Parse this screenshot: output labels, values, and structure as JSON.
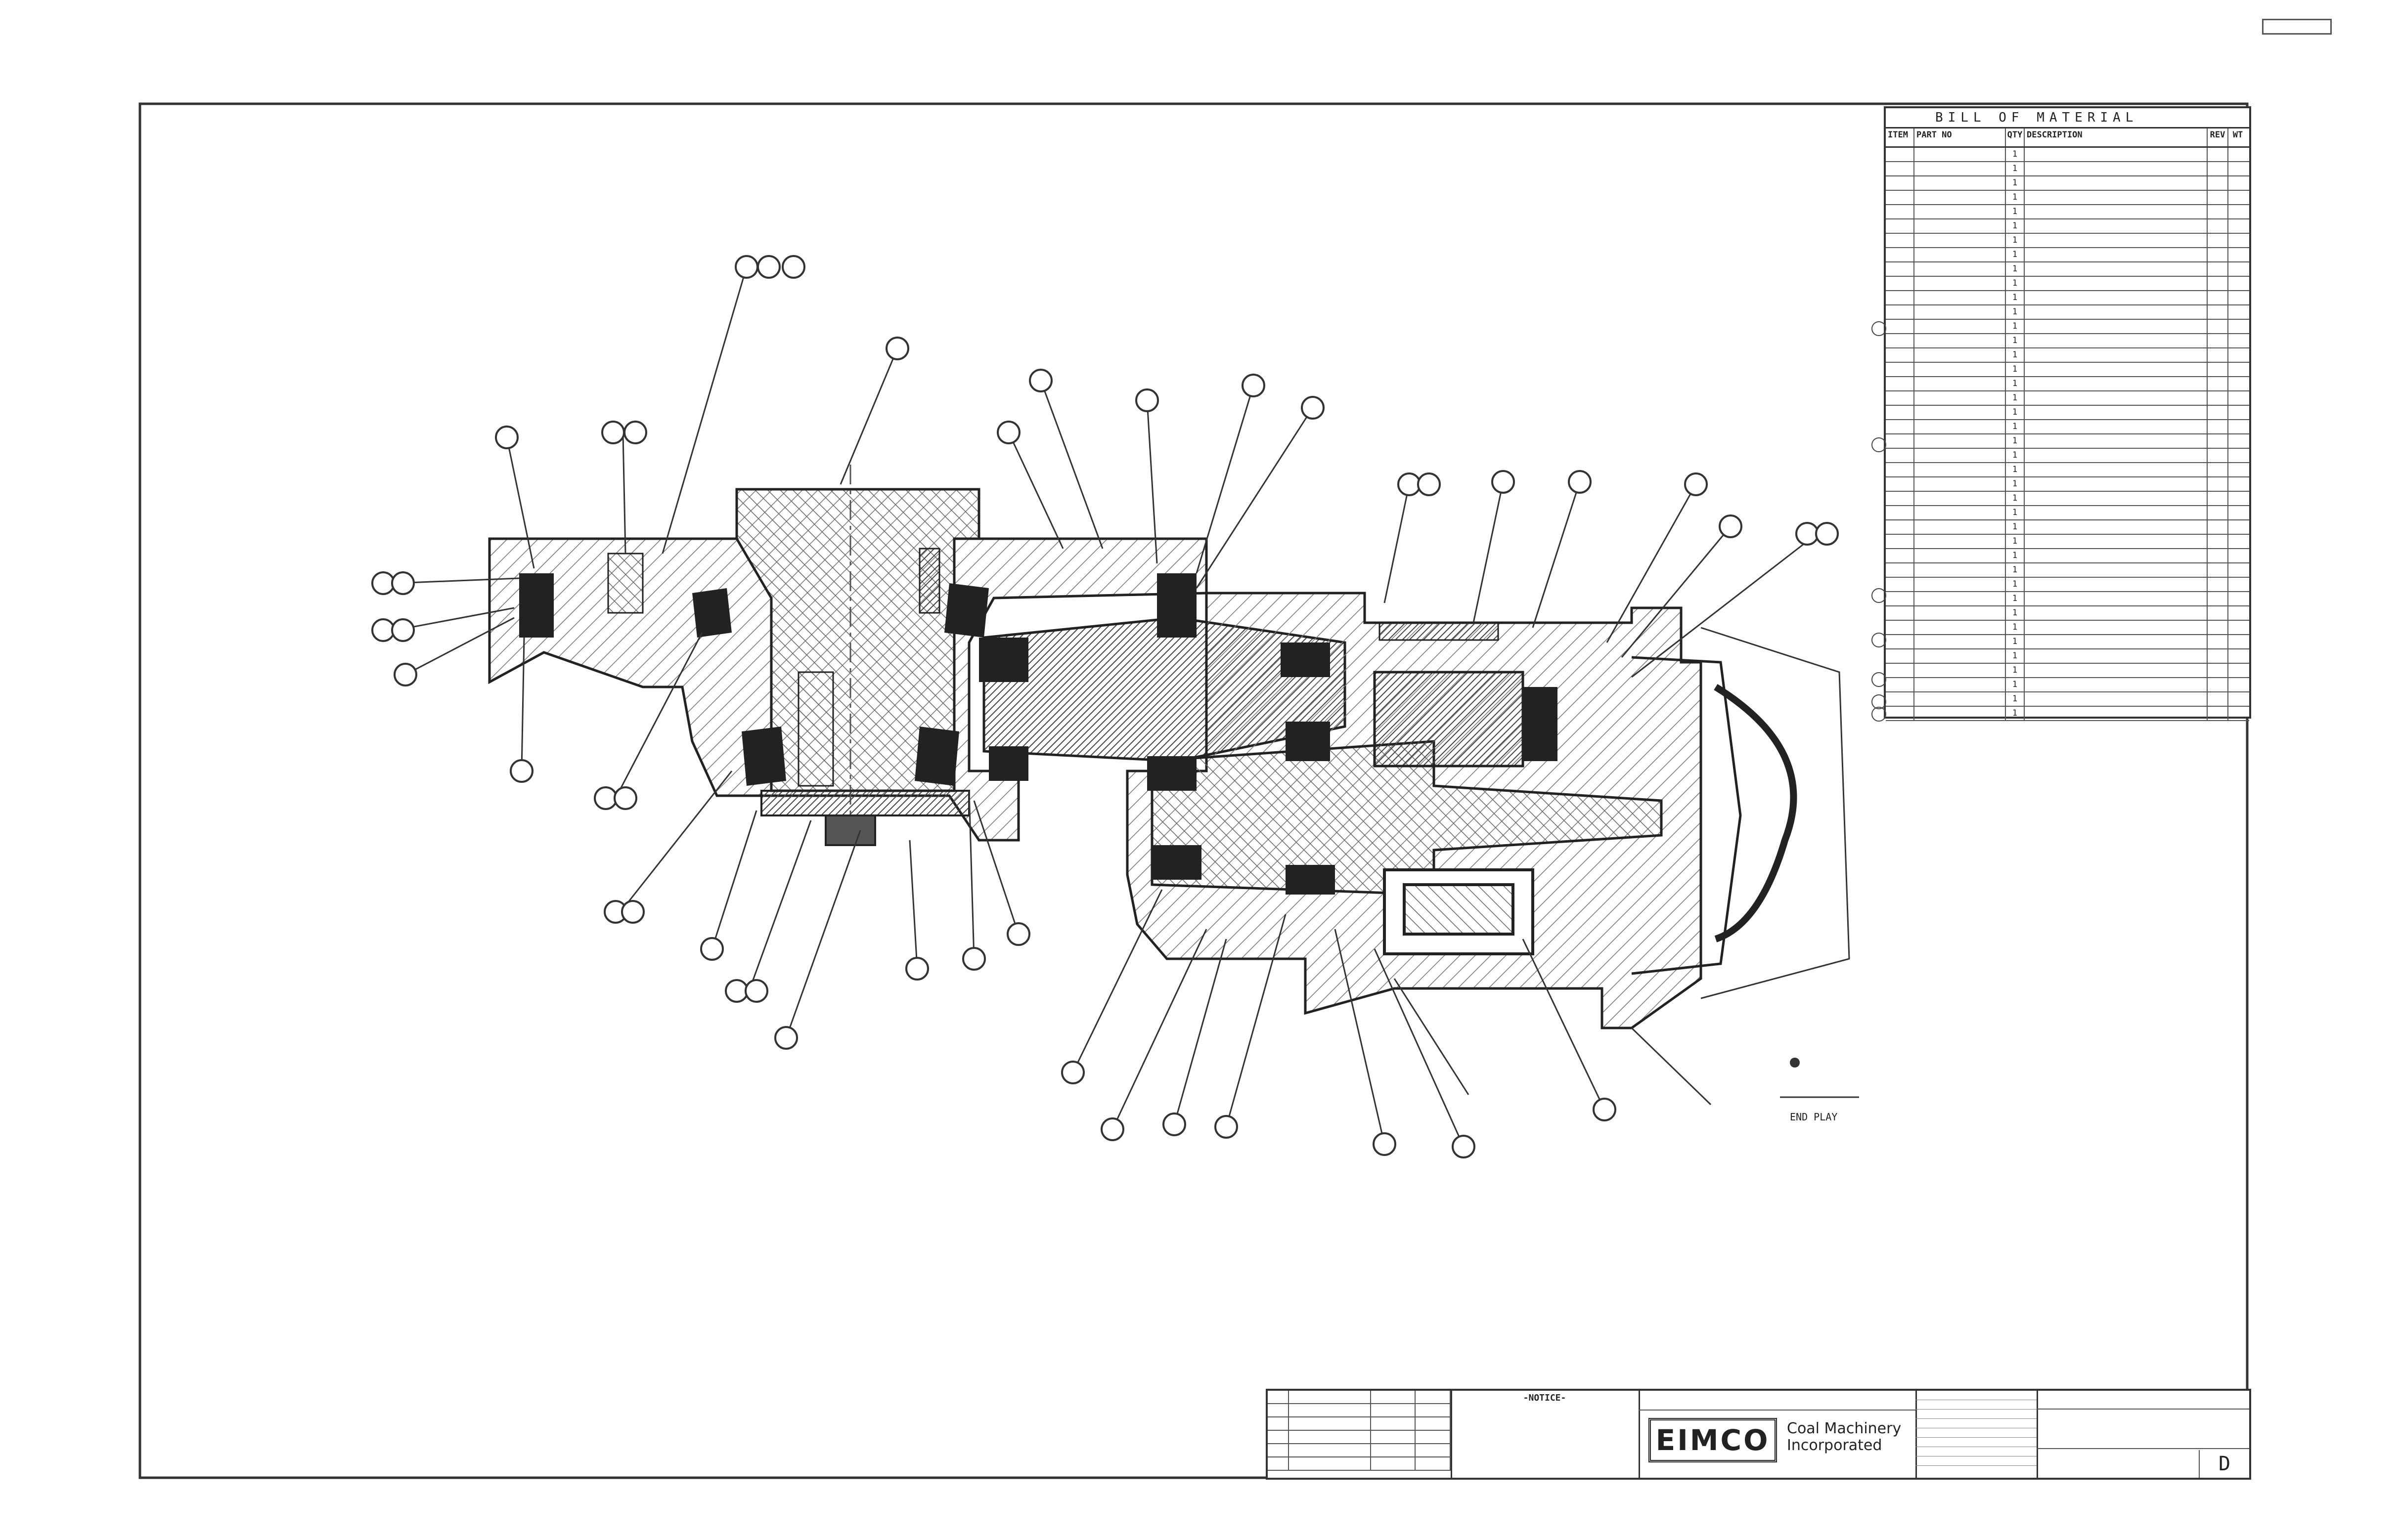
{
  "corner_tag": "",
  "bom": {
    "title": "BILL OF MATERIAL",
    "drawing_ref": "",
    "headers": {
      "item": "ITEM NO",
      "part": "PART NO",
      "qty": "QTY",
      "desc": "DESCRIPTION",
      "rev": "REV",
      "wt": "WT"
    },
    "rows": [
      {
        "item": "",
        "part": "",
        "qty": "1",
        "desc": "",
        "rev": "",
        "wt": ""
      },
      {
        "item": "",
        "part": "",
        "qty": "1",
        "desc": "",
        "rev": "",
        "wt": ""
      },
      {
        "item": "",
        "part": "",
        "qty": "1",
        "desc": "",
        "rev": "",
        "wt": ""
      },
      {
        "item": "",
        "part": "",
        "qty": "1",
        "desc": "",
        "rev": "",
        "wt": ""
      },
      {
        "item": "",
        "part": "",
        "qty": "1",
        "desc": "",
        "rev": "",
        "wt": ""
      },
      {
        "item": "",
        "part": "",
        "qty": "1",
        "desc": "",
        "rev": "",
        "wt": ""
      },
      {
        "item": "",
        "part": "",
        "qty": "1",
        "desc": "",
        "rev": "",
        "wt": ""
      },
      {
        "item": "",
        "part": "",
        "qty": "1",
        "desc": "",
        "rev": "",
        "wt": ""
      },
      {
        "item": "",
        "part": "",
        "qty": "1",
        "desc": "",
        "rev": "",
        "wt": ""
      },
      {
        "item": "",
        "part": "",
        "qty": "1",
        "desc": "",
        "rev": "",
        "wt": ""
      },
      {
        "item": "",
        "part": "",
        "qty": "1",
        "desc": "",
        "rev": "",
        "wt": ""
      },
      {
        "item": "",
        "part": "",
        "qty": "1",
        "desc": "",
        "rev": "",
        "wt": ""
      },
      {
        "item": "",
        "part": "",
        "qty": "1",
        "desc": "",
        "rev": "",
        "wt": ""
      },
      {
        "item": "",
        "part": "",
        "qty": "1",
        "desc": "",
        "rev": "",
        "wt": ""
      },
      {
        "item": "",
        "part": "",
        "qty": "1",
        "desc": "",
        "rev": "",
        "wt": ""
      },
      {
        "item": "",
        "part": "",
        "qty": "1",
        "desc": "",
        "rev": "",
        "wt": ""
      },
      {
        "item": "",
        "part": "",
        "qty": "1",
        "desc": "",
        "rev": "",
        "wt": ""
      },
      {
        "item": "",
        "part": "",
        "qty": "1",
        "desc": "",
        "rev": "",
        "wt": ""
      },
      {
        "item": "",
        "part": "",
        "qty": "1",
        "desc": "",
        "rev": "",
        "wt": ""
      },
      {
        "item": "",
        "part": "",
        "qty": "1",
        "desc": "",
        "rev": "",
        "wt": ""
      },
      {
        "item": "",
        "part": "",
        "qty": "1",
        "desc": "",
        "rev": "",
        "wt": ""
      },
      {
        "item": "",
        "part": "",
        "qty": "1",
        "desc": "",
        "rev": "",
        "wt": ""
      },
      {
        "item": "",
        "part": "",
        "qty": "1",
        "desc": "",
        "rev": "",
        "wt": ""
      },
      {
        "item": "",
        "part": "",
        "qty": "1",
        "desc": "",
        "rev": "",
        "wt": ""
      },
      {
        "item": "",
        "part": "",
        "qty": "1",
        "desc": "",
        "rev": "",
        "wt": ""
      },
      {
        "item": "",
        "part": "",
        "qty": "1",
        "desc": "",
        "rev": "",
        "wt": ""
      },
      {
        "item": "",
        "part": "",
        "qty": "1",
        "desc": "",
        "rev": "",
        "wt": ""
      },
      {
        "item": "",
        "part": "",
        "qty": "1",
        "desc": "",
        "rev": "",
        "wt": ""
      },
      {
        "item": "",
        "part": "",
        "qty": "1",
        "desc": "",
        "rev": "",
        "wt": ""
      },
      {
        "item": "",
        "part": "",
        "qty": "1",
        "desc": "",
        "rev": "",
        "wt": ""
      },
      {
        "item": "",
        "part": "",
        "qty": "1",
        "desc": "",
        "rev": "",
        "wt": ""
      },
      {
        "item": "",
        "part": "",
        "qty": "1",
        "desc": "",
        "rev": "",
        "wt": ""
      },
      {
        "item": "",
        "part": "",
        "qty": "1",
        "desc": "",
        "rev": "",
        "wt": ""
      },
      {
        "item": "",
        "part": "",
        "qty": "1",
        "desc": "",
        "rev": "",
        "wt": ""
      },
      {
        "item": "",
        "part": "",
        "qty": "1",
        "desc": "",
        "rev": "",
        "wt": ""
      },
      {
        "item": "",
        "part": "",
        "qty": "1",
        "desc": "",
        "rev": "",
        "wt": ""
      },
      {
        "item": "",
        "part": "",
        "qty": "1",
        "desc": "",
        "rev": "",
        "wt": ""
      },
      {
        "item": "",
        "part": "",
        "qty": "1",
        "desc": "",
        "rev": "",
        "wt": ""
      },
      {
        "item": "",
        "part": "",
        "qty": "1",
        "desc": "",
        "rev": "",
        "wt": ""
      },
      {
        "item": "",
        "part": "",
        "qty": "1",
        "desc": "",
        "rev": "",
        "wt": ""
      }
    ]
  },
  "balloons": [
    {
      "label": ""
    },
    {
      "label": ""
    },
    {
      "label": ""
    },
    {
      "label": ""
    },
    {
      "label": ""
    },
    {
      "label": ""
    },
    {
      "label": ""
    },
    {
      "label": ""
    },
    {
      "label": ""
    },
    {
      "label": ""
    },
    {
      "label": ""
    },
    {
      "label": ""
    },
    {
      "label": ""
    },
    {
      "label": ""
    },
    {
      "label": ""
    },
    {
      "label": ""
    },
    {
      "label": ""
    },
    {
      "label": ""
    },
    {
      "label": ""
    },
    {
      "label": ""
    },
    {
      "label": ""
    },
    {
      "label": ""
    },
    {
      "label": ""
    },
    {
      "label": ""
    },
    {
      "label": ""
    },
    {
      "label": ""
    },
    {
      "label": ""
    },
    {
      "label": ""
    },
    {
      "label": ""
    },
    {
      "label": ""
    },
    {
      "label": ""
    },
    {
      "label": ""
    },
    {
      "label": ""
    },
    {
      "label": ""
    },
    {
      "label": ""
    },
    {
      "label": ""
    },
    {
      "label": ""
    },
    {
      "label": ""
    },
    {
      "label": ""
    },
    {
      "label": ""
    },
    {
      "label": ""
    },
    {
      "label": ""
    },
    {
      "label": ""
    },
    {
      "label": ""
    }
  ],
  "end_play": {
    "value": "",
    "label": "END PLAY"
  },
  "title_block": {
    "revisions": [
      {
        "rev": "",
        "desc": "",
        "date": "",
        "by": ""
      },
      {
        "rev": "",
        "desc": "",
        "date": "",
        "by": ""
      },
      {
        "rev": "",
        "desc": "",
        "date": "",
        "by": ""
      },
      {
        "rev": "",
        "desc": "",
        "date": "",
        "by": ""
      },
      {
        "rev": "",
        "desc": "",
        "date": "",
        "by": ""
      },
      {
        "rev": "",
        "desc": "",
        "date": "",
        "by": ""
      }
    ],
    "notice_title": "-NOTICE-",
    "notice_body": "",
    "scale": "",
    "date": "",
    "logo": "EIMCO",
    "logo_sub": "",
    "company_name": "Coal Machinery\nIncorporated",
    "company_location": "",
    "info_lines": [
      "",
      "",
      "",
      "",
      "",
      "",
      "",
      ""
    ],
    "drawing_top": "",
    "drawing_title": "",
    "drawing_number": "",
    "revision": "D"
  }
}
